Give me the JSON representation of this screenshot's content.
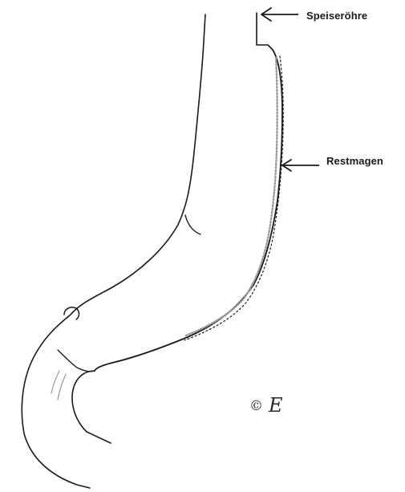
{
  "labels": {
    "esophagus": "Speiseröhre",
    "remnant_stomach": "Restmagen"
  },
  "copyright": {
    "symbol": "©",
    "mark": "E"
  },
  "colors": {
    "line": "#1a1a1a",
    "texture": "#9a9a9a",
    "background": "#ffffff"
  }
}
